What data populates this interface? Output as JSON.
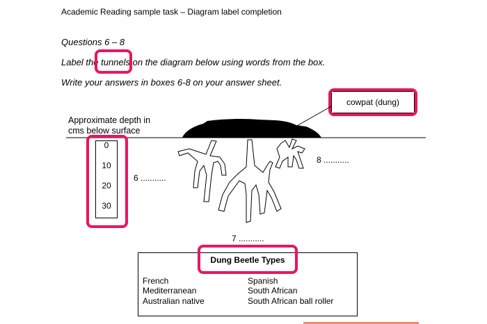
{
  "header": {
    "title": "Academic Reading sample task – Diagram label completion"
  },
  "questions": {
    "heading": "Questions 6 – 8",
    "instruction_prefix": "Label the ",
    "instruction_keyword": "tunnels",
    "instruction_suffix": " on the diagram below using words from the box.",
    "instruction_2": "Write your answers in boxes 6-8 on your answer sheet."
  },
  "diagram": {
    "depth_label_line1": "Approximate depth in",
    "depth_label_line2": "cms below surface",
    "depth_scale": [
      "0",
      "10",
      "20",
      "30"
    ],
    "callout": "cowpat (dung)",
    "blank_6": "6 ...........",
    "blank_7": "7 ...........",
    "blank_8": "8 ..........."
  },
  "word_box": {
    "title": "Dung Beetle Types",
    "left_column": [
      "French",
      "Mediterranean",
      "Australian native"
    ],
    "right_column": [
      "Spanish",
      "South African",
      "South African ball roller"
    ]
  },
  "colors": {
    "highlight": "#e8175d",
    "accent_line": "#f08c6c"
  }
}
